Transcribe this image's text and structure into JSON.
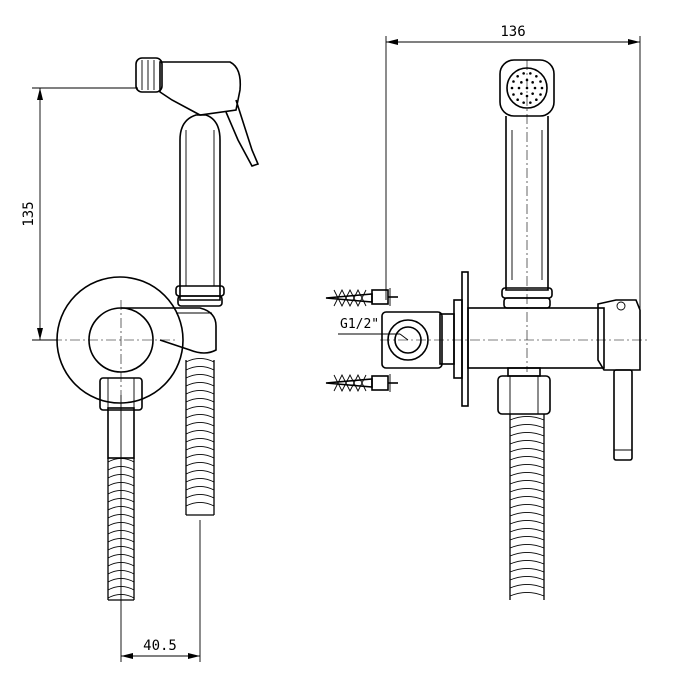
{
  "dimensions": {
    "height_label": "135",
    "width_label": "136",
    "spacing_label": "40.5",
    "thread_label": "G1/2\""
  },
  "colors": {
    "line": "#000000",
    "background": "#ffffff"
  }
}
